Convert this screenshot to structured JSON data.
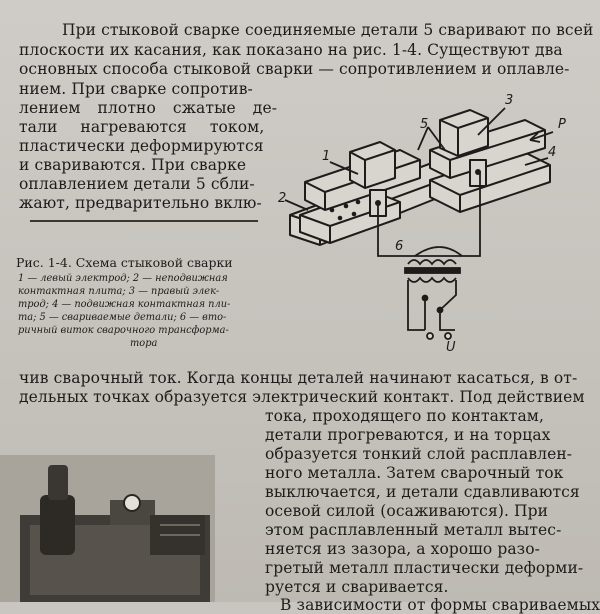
{
  "top_text": [
    "При стыковой сварке соединяемые детали 5 сваривают по всей",
    "плоскости их касания, как показано на рис. 1-4. Существуют два",
    "основных способа стыковой сварки — сопротивлением и оплавле-",
    "нием. При сварке сопротив-",
    "лением плотно сжатые де-",
    "тали нагреваются током,",
    "пластически деформируются",
    "и свариваются. При сварке",
    "оплавлением детали 5 сбли-",
    "жают, предварительно вклю-"
  ],
  "figure": {
    "caption_title": "Рис. 1-4. Схема стыковой сварки",
    "caption_lines": [
      "1 — левый электрод; 2 — неподвижная",
      "контактная плита; 3 — правый элек-",
      "трод; 4 — подвижная контактная пли-",
      "та; 5 — свариваемые детали; 6 — вто-",
      "ричный виток сварочного трансформа-",
      "тора"
    ],
    "labels": {
      "l1": "1",
      "l2": "2",
      "l3": "3",
      "l4": "4",
      "l5": "5",
      "l6": "6",
      "p": "P",
      "uc": "U"
    }
  },
  "bottom_text": [
    "чив сварочный ток. Когда концы деталей начинают касаться, в от-",
    "дельных точках образуется электрический контакт. Под действием",
    "тока, проходящего по контактам,",
    "детали прогреваются, и на торцах",
    "образуется тонкий слой расплавлен-",
    "ного металла. Затем сварочный ток",
    "выключается, и детали сдавливаются",
    "осевой силой (осаживаются). При",
    "этом расплавленный металл вытес-",
    "няется из зазора, а хорошо разо-",
    "гретый металл пластически деформи-",
    "руется и сваривается.",
    "В зависимости от формы свариваемых"
  ]
}
